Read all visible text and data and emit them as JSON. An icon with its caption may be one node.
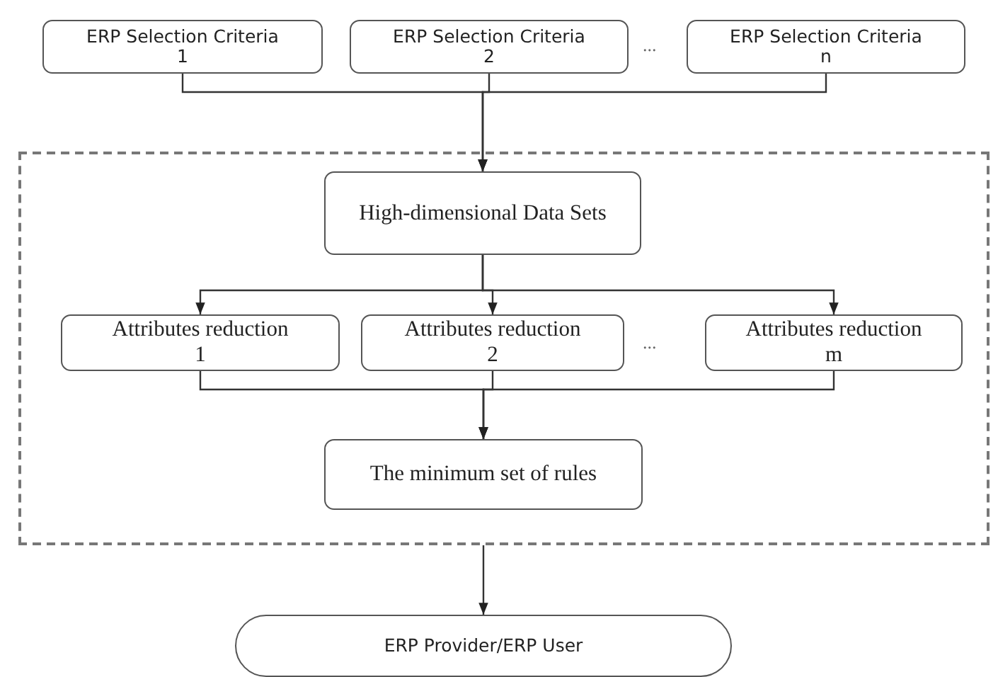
{
  "diagram": {
    "nodes": [
      {
        "text": [
          "ERP Selection Criteria 1"
        ]
      },
      {
        "text": [
          "ERP Selection Criteria 2"
        ]
      },
      {
        "text": [
          "ERP Selection Criteria n"
        ]
      },
      {
        "text": [],
        "shape": "box"
      },
      {
        "text": [
          "High-dimensional Data Sets"
        ],
        "in": 3
      },
      {
        "text": [
          "Attributes reduction 1"
        ],
        "in": 3
      },
      {
        "text": [
          "Attributes reduction 2"
        ],
        "in": 3
      },
      {
        "text": [
          "Attributes reduction m"
        ],
        "in": 3
      },
      {
        "text": [
          "The minimum set of rules"
        ],
        "in": 3
      },
      {
        "text": [
          "ERP Provider/ERP User"
        ]
      }
    ],
    "edges": [
      {
        "from": 0,
        "to": 4,
        "arrow": "to"
      },
      {
        "from": 1,
        "to": 4,
        "arrow": "to"
      },
      {
        "from": 2,
        "to": 4,
        "arrow": "to"
      },
      {
        "from": 4,
        "to": 5,
        "arrow": "to"
      },
      {
        "from": 4,
        "to": 6,
        "arrow": "to"
      },
      {
        "from": 4,
        "to": 7,
        "arrow": "to"
      },
      {
        "from": 5,
        "to": 8,
        "arrow": "to"
      },
      {
        "from": 6,
        "to": 8,
        "arrow": "to"
      },
      {
        "from": 7,
        "to": 8,
        "arrow": "to"
      },
      {
        "from": 3,
        "to": 9,
        "arrow": "to"
      }
    ],
    "labels": [
      "...",
      "..."
    ]
  }
}
